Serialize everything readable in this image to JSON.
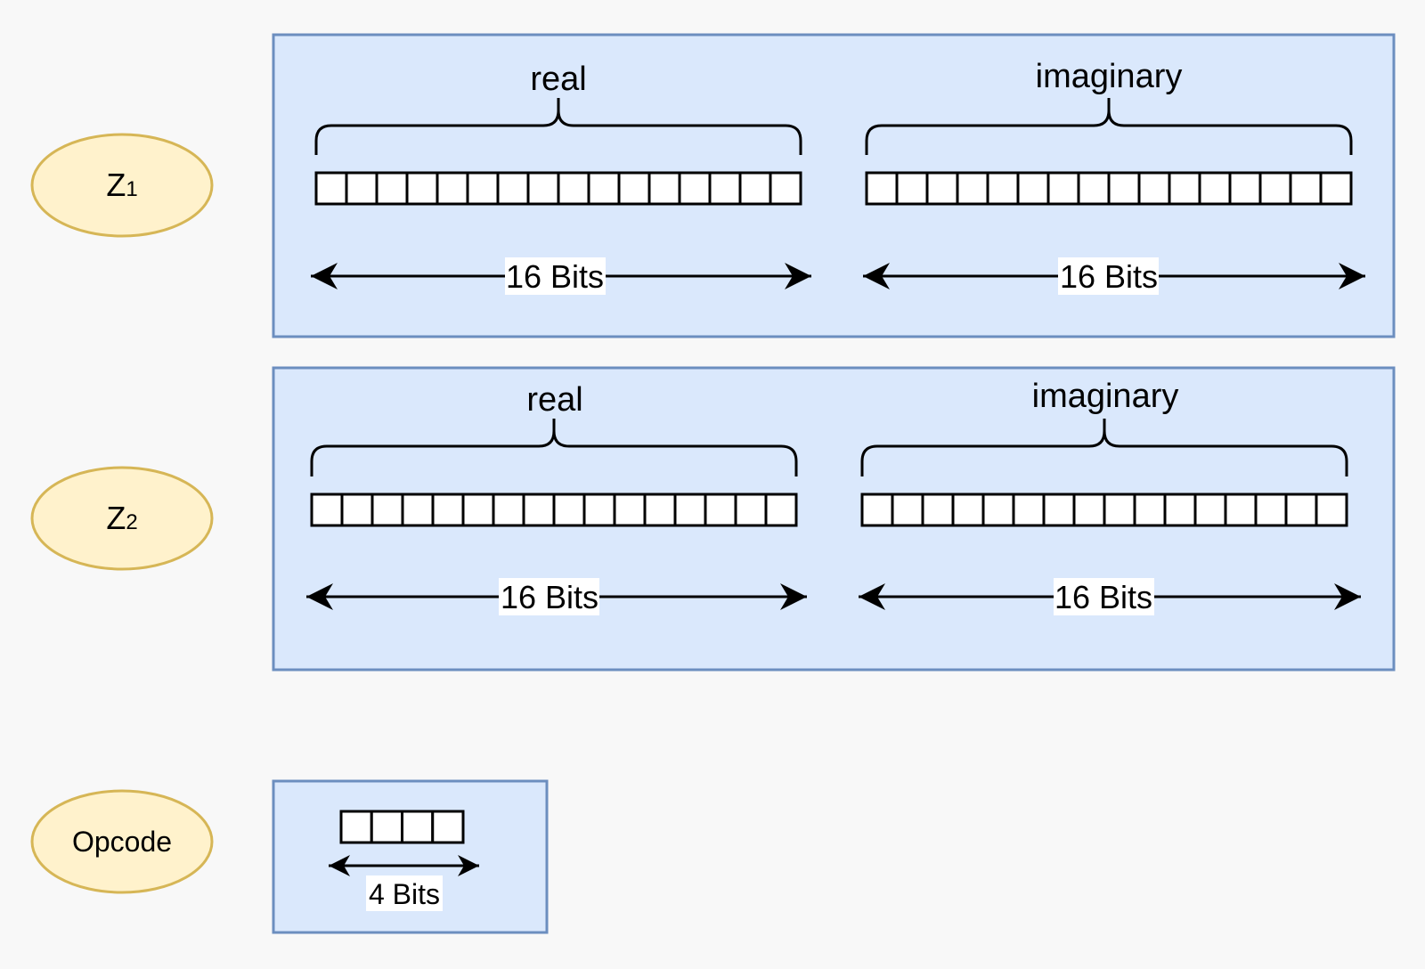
{
  "colors": {
    "background": "#f8f8f8",
    "ellipse_fill": "#fff2cc",
    "ellipse_stroke": "#d6b656",
    "panel_fill": "#dae8fc",
    "panel_stroke": "#6c8ebf",
    "line": "#000000"
  },
  "operands": [
    {
      "name_base": "Z",
      "name_sub": "1",
      "fields": [
        {
          "label": "real",
          "bits": 16,
          "width_label": "16 Bits"
        },
        {
          "label": "imaginary",
          "bits": 16,
          "width_label": "16 Bits"
        }
      ]
    },
    {
      "name_base": "Z",
      "name_sub": "2",
      "fields": [
        {
          "label": "real",
          "bits": 16,
          "width_label": "16 Bits"
        },
        {
          "label": "imaginary",
          "bits": 16,
          "width_label": "16 Bits"
        }
      ]
    }
  ],
  "opcode": {
    "name": "Opcode",
    "bits": 4,
    "width_label": "4 Bits"
  }
}
